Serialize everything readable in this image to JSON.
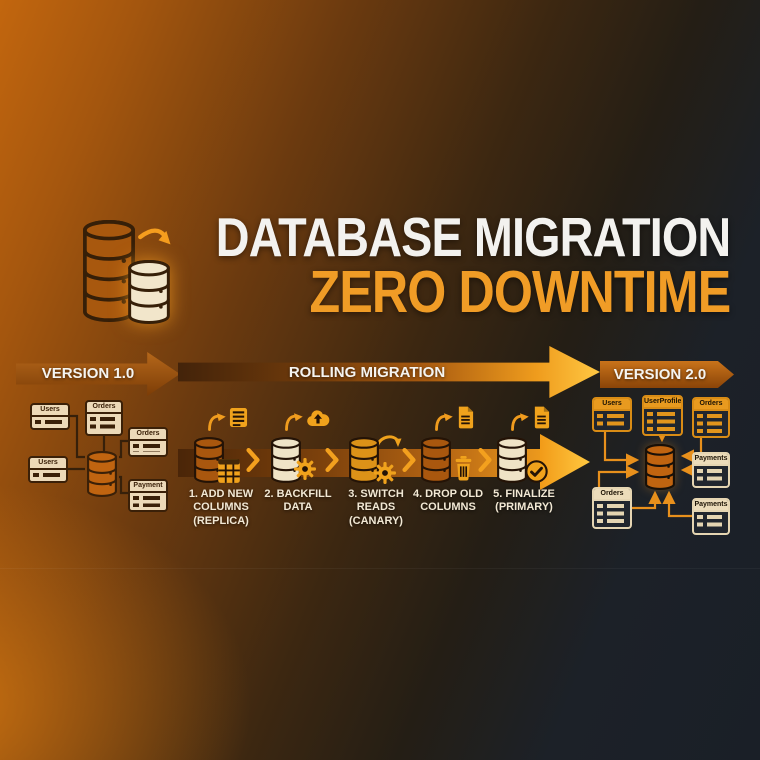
{
  "header": {
    "title_line1": "DATABASE MIGRATION",
    "title_line2": "ZERO DOWNTIME"
  },
  "hero": {
    "icon": "database-migration-icon"
  },
  "banners": {
    "left": "VERSION 1.0",
    "middle": "ROLLING MIGRATION",
    "right": "VERSION 2.0"
  },
  "steps": [
    {
      "lines": [
        "1. ADD NEW",
        "COLUMNS",
        "(REPLICA)"
      ],
      "top_icon": "table-icon",
      "bottom_icon": "grid-table-icon",
      "db_state": "old"
    },
    {
      "lines": [
        "2. BACKFILL",
        "DATA"
      ],
      "top_icon": "cloud-upload-icon",
      "bottom_icon": "gear-icon",
      "db_state": "new"
    },
    {
      "lines": [
        "3. SWITCH",
        "READS",
        "(CANARY)"
      ],
      "top_icon": "refresh-arrows-icon",
      "bottom_icon": "gear-icon",
      "db_state": "active"
    },
    {
      "lines": [
        "4. DROP OLD",
        "COLUMNS"
      ],
      "top_icon": "document-icon",
      "bottom_icon": "trash-icon",
      "db_state": "old"
    },
    {
      "lines": [
        "5. FINALIZE",
        "(PRIMARY)"
      ],
      "top_icon": "document-icon",
      "bottom_icon": "check-circle-icon",
      "db_state": "new"
    }
  ],
  "left_diagram": {
    "tables": [
      {
        "name": "Users"
      },
      {
        "name": "Orders"
      },
      {
        "name": "Orders"
      },
      {
        "name": "Users"
      },
      {
        "name": "Payment"
      }
    ]
  },
  "right_diagram": {
    "tables": [
      {
        "name": "Users"
      },
      {
        "name": "UserProfiles"
      },
      {
        "name": "Orders"
      },
      {
        "name": "Payments"
      },
      {
        "name": "Orders"
      },
      {
        "name": "Payments"
      }
    ]
  },
  "colors": {
    "background_orange": "#b85f10",
    "background_dark": "#1a1f27",
    "accent_orange": "#f09c26",
    "bright_yellow": "#ffc843",
    "cream": "#efe3c6",
    "title_white": "#f3f2ef",
    "outline_brown": "#2a1708"
  }
}
